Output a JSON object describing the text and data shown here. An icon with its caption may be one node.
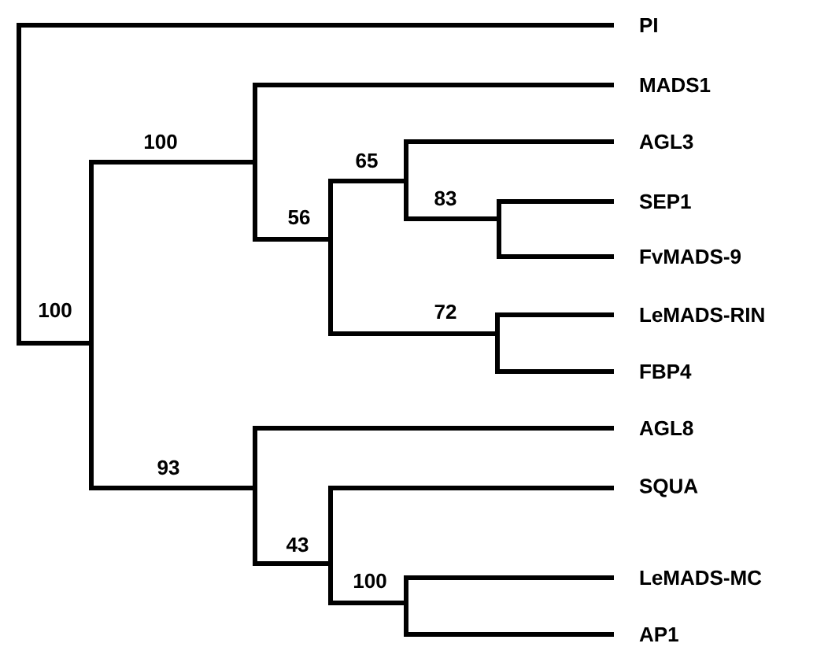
{
  "diagram": {
    "nodes": [
      {
        "text": [],
        "shape": "bar"
      },
      {
        "text": [
          "PI"
        ]
      },
      {
        "text": [],
        "shape": "bar",
        "beside": [
          "100"
        ]
      },
      {
        "text": [],
        "shape": "bar",
        "beside": [
          "100"
        ]
      },
      {
        "text": [
          "MADS1"
        ]
      },
      {
        "text": [],
        "shape": "bar",
        "beside": [
          "56"
        ]
      },
      {
        "text": [],
        "shape": "bar",
        "beside": [
          "65"
        ]
      },
      {
        "text": [
          "AGL3"
        ]
      },
      {
        "text": [],
        "shape": "bar",
        "beside": [
          "83"
        ]
      },
      {
        "text": [
          "SEP1"
        ]
      },
      {
        "text": [
          "FvMADS-9"
        ]
      },
      {
        "text": [],
        "shape": "bar",
        "beside": [
          "72"
        ]
      },
      {
        "text": [
          "LeMADS-RIN"
        ]
      },
      {
        "text": [
          "FBP4"
        ]
      },
      {
        "text": [],
        "shape": "bar",
        "beside": [
          "93"
        ]
      },
      {
        "text": [
          "AGL8"
        ]
      },
      {
        "text": [],
        "shape": "bar",
        "beside": [
          "43"
        ]
      },
      {
        "text": [
          "SQUA"
        ]
      },
      {
        "text": [],
        "shape": "bar",
        "beside": [
          "100"
        ]
      },
      {
        "text": [
          "LeMADS-MC"
        ]
      },
      {
        "text": [
          "AP1"
        ]
      }
    ],
    "edges": [
      {
        "from": 0,
        "to": 1,
        "arrow": "none"
      },
      {
        "from": 0,
        "to": 2,
        "arrow": "none"
      },
      {
        "from": 2,
        "to": 3,
        "arrow": "none"
      },
      {
        "from": 3,
        "to": 4,
        "arrow": "none"
      },
      {
        "from": 3,
        "to": 5,
        "arrow": "none"
      },
      {
        "from": 5,
        "to": 6,
        "arrow": "none"
      },
      {
        "from": 6,
        "to": 7,
        "arrow": "none"
      },
      {
        "from": 6,
        "to": 8,
        "arrow": "none"
      },
      {
        "from": 8,
        "to": 9,
        "arrow": "none"
      },
      {
        "from": 8,
        "to": 10,
        "arrow": "none"
      },
      {
        "from": 5,
        "to": 11,
        "arrow": "none"
      },
      {
        "from": 11,
        "to": 12,
        "arrow": "none"
      },
      {
        "from": 11,
        "to": 13,
        "arrow": "none"
      },
      {
        "from": 2,
        "to": 14,
        "arrow": "none"
      },
      {
        "from": 14,
        "to": 15,
        "arrow": "none"
      },
      {
        "from": 14,
        "to": 16,
        "arrow": "none"
      },
      {
        "from": 16,
        "to": 17,
        "arrow": "none"
      },
      {
        "from": 16,
        "to": 18,
        "arrow": "none"
      },
      {
        "from": 18,
        "to": 19,
        "arrow": "none"
      },
      {
        "from": 18,
        "to": 20,
        "arrow": "none"
      }
    ]
  }
}
